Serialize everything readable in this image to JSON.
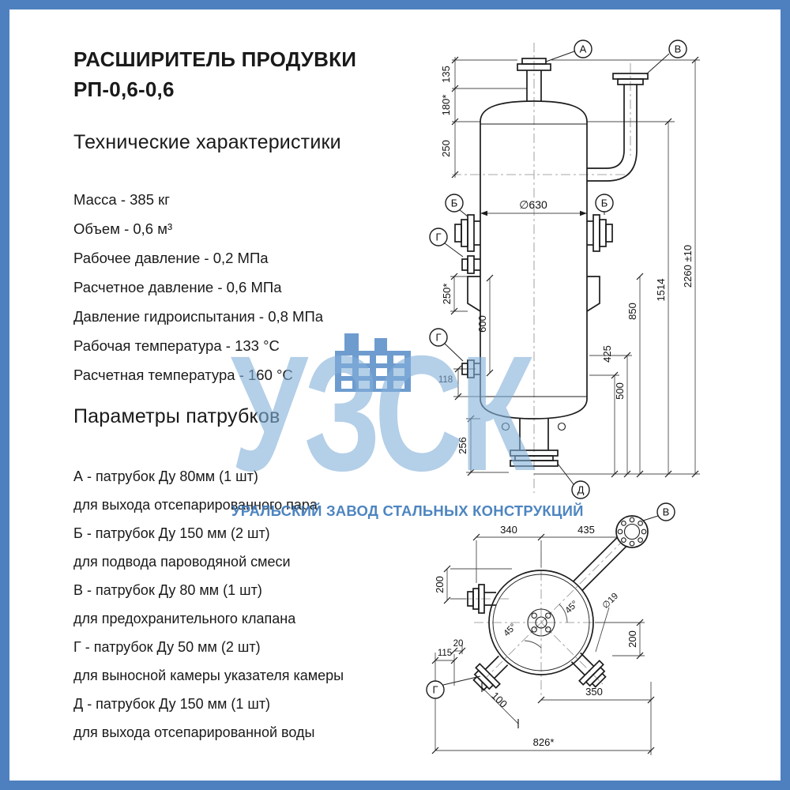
{
  "colors": {
    "frame": "#4e80c0",
    "accent": "#4f87c5",
    "watermark_letters": "#82afd8"
  },
  "left": {
    "title_line1": "РАСШИРИТЕЛЬ ПРОДУВКИ",
    "title_line2": "РП-0,6-0,6",
    "tech_heading": "Технические характеристики",
    "specs": [
      "Масса - 385 кг",
      "Объем - 0,6 м³",
      "Рабочее давление - 0,2 МПа",
      "Расчетное давление - 0,6 МПа",
      "Давление гидроиспытания - 0,8 МПа",
      "Рабочая температура - 133 °С",
      "Расчетная температура - 160 °С"
    ],
    "nozzles_heading": "Параметры патрубков",
    "nozzles": [
      {
        "label": "А - патрубок Ду 80мм (1 шт)",
        "desc": "для выхода отсепарированного пара"
      },
      {
        "label": "Б - патрубок Ду 150 мм (2 шт)",
        "desc": "для подвода пароводяной смеси"
      },
      {
        "label": "В - патрубок Ду 80 мм (1 шт)",
        "desc": "для предохранительного клапана"
      },
      {
        "label": "Г - патрубок Ду 50 мм (2 шт)",
        "desc": "для выносной камеры указателя камеры"
      },
      {
        "label": "Д - патрубок Ду 150 мм (1 шт)",
        "desc": "для выхода отсепарированной воды"
      }
    ]
  },
  "watermark": {
    "letters": "УЗСК",
    "subtitle": "УРАЛЬСКИЙ ЗАВОД СТАЛЬНЫХ КОНСТРУКЦИЙ"
  },
  "front_view": {
    "dims": {
      "v135": "135",
      "v180": "180*",
      "v250": "250",
      "d630": "∅630",
      "v1514": "1514",
      "v2260": "2260 ±10",
      "v850": "850",
      "v500": "500",
      "v425": "425",
      "v600": "600",
      "v250s": "250*",
      "v118": "118",
      "v256": "256"
    },
    "callouts": {
      "a": "А",
      "b": "Б",
      "v": "В",
      "g": "Г",
      "d": "Д"
    }
  },
  "top_view": {
    "dims": {
      "v340": "340",
      "v435": "435",
      "v200l": "200",
      "v115": "115",
      "v20": "20",
      "a45": "45°",
      "d19": "∅19",
      "v200r": "200",
      "v350": "350",
      "v100": "100",
      "v826": "826*"
    },
    "callouts": {
      "v": "В",
      "g": "Г"
    }
  }
}
